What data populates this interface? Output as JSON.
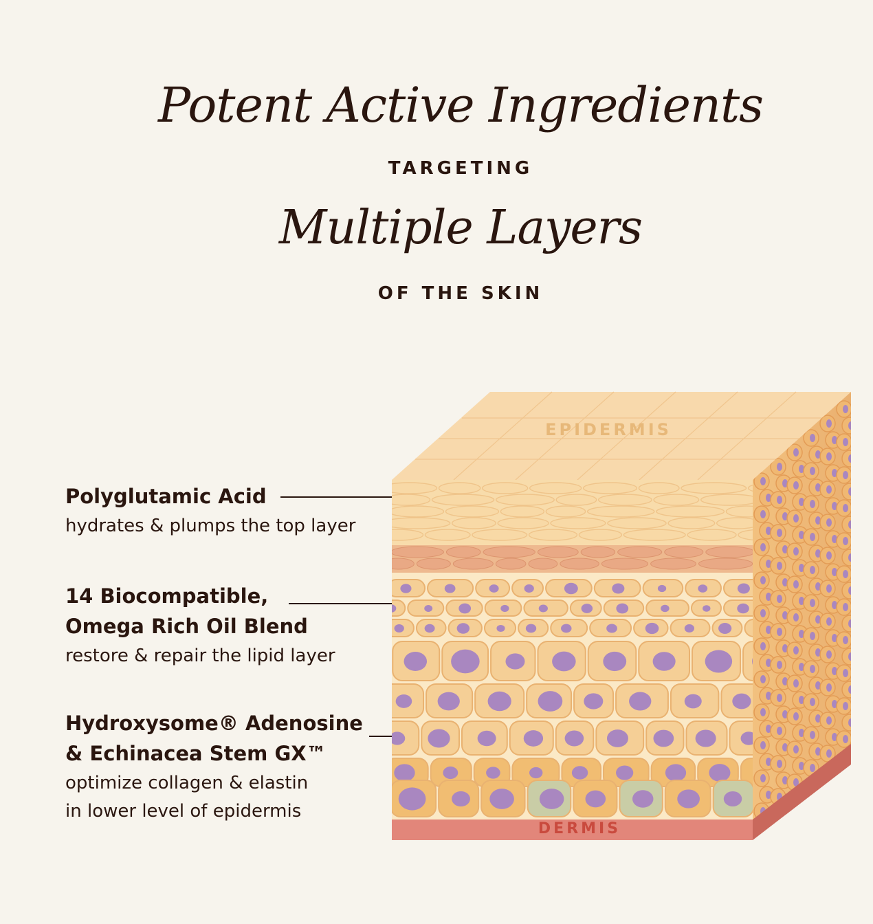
{
  "header": {
    "line1": "Potent Active Ingredients",
    "line2": "TARGETING",
    "line3": "Multiple Layers",
    "line4": "OF THE SKIN"
  },
  "callouts": [
    {
      "title_lines": [
        "Polyglutamic Acid"
      ],
      "description_lines": [
        "hydrates & plumps the top layer"
      ]
    },
    {
      "title_lines": [
        "14 Biocompatible,",
        "Omega Rich Oil Blend"
      ],
      "description_lines": [
        "restore & repair the lipid layer"
      ]
    },
    {
      "title_lines": [
        "Hydroxysome® Adenosine",
        "& Echinacea Stem GX™"
      ],
      "description_lines": [
        "optimize collagen & elastin",
        "in lower level of epidermis"
      ]
    }
  ],
  "diagram": {
    "top_label": "EPIDERMIS",
    "bottom_label": "DERMIS",
    "colors": {
      "background": "#f7f4ed",
      "text": "#2a160f",
      "epidermis_top": "#f8d9ac",
      "epidermis_label": "#e7b879",
      "cell": "#f5cf96",
      "cell_outline": "#e9b271",
      "nucleus": "#a987c0",
      "dermis": "#e2867a",
      "dermis_label": "#c94a3e",
      "basal_cell": "#c9cda6"
    }
  }
}
